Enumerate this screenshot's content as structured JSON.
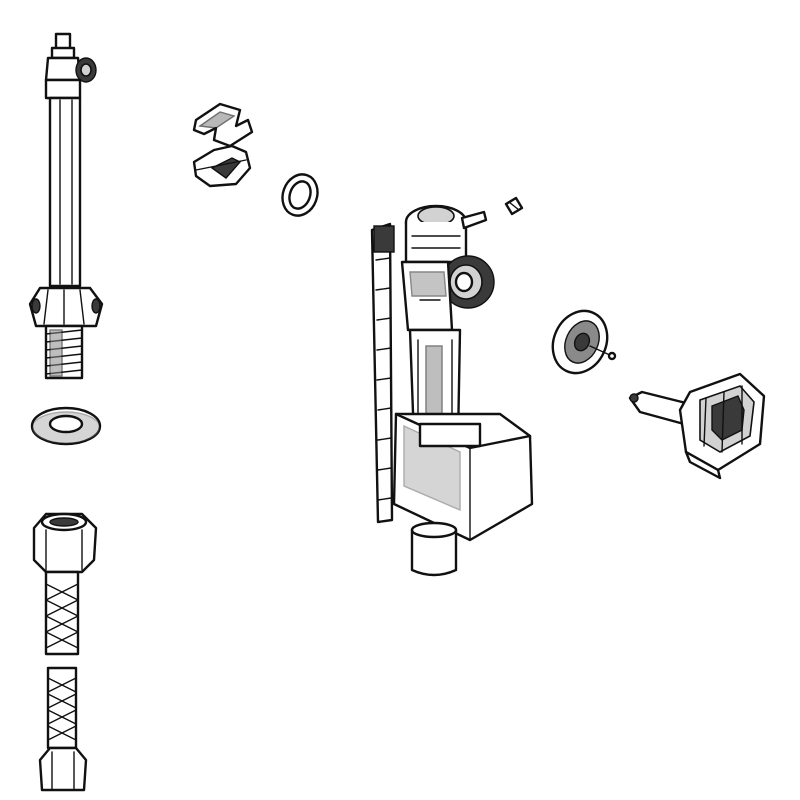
{
  "diagram": {
    "background": "#ffffff",
    "line_color": "#111111",
    "shade_color": "#8a8a8a",
    "parts": [
      "riser-tube",
      "washer",
      "supply-line",
      "clip",
      "o-ring",
      "fill-valve",
      "pin",
      "seal-cap",
      "float-arm"
    ]
  }
}
